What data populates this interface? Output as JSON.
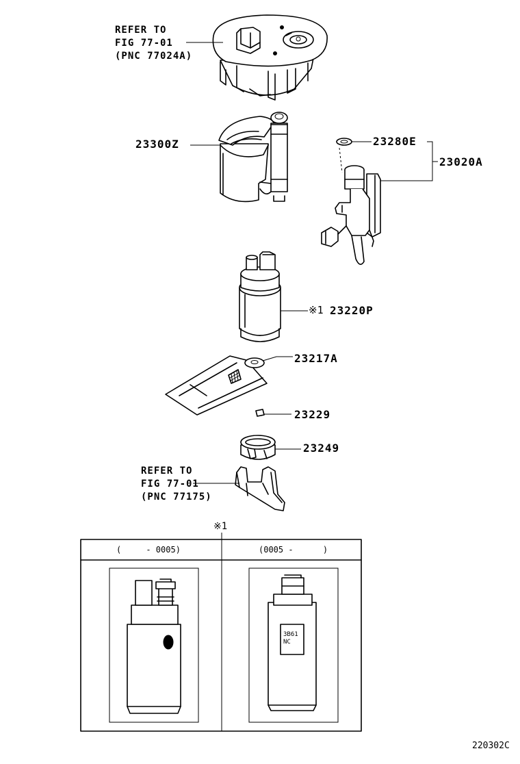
{
  "references": [
    {
      "line1": "REFER TO",
      "line2": "FIG 77-01",
      "line3": "(PNC 77024A)"
    },
    {
      "line1": "REFER TO",
      "line2": "FIG 77-01",
      "line3": "(PNC 77175)"
    }
  ],
  "parts": {
    "p23300Z": "23300Z",
    "p23280E": "23280E",
    "p23020A": "23020A",
    "p23220P": "23220P",
    "p23217A": "23217A",
    "p23229": "23229",
    "p23249": "23249"
  },
  "note_marker": "※1",
  "inset": {
    "marker": "※1",
    "left_header": "(     - 0005)",
    "right_header": "(0005 -      )",
    "label_line1": "3B61",
    "label_line2": "NC"
  },
  "figure_id": "220302C"
}
